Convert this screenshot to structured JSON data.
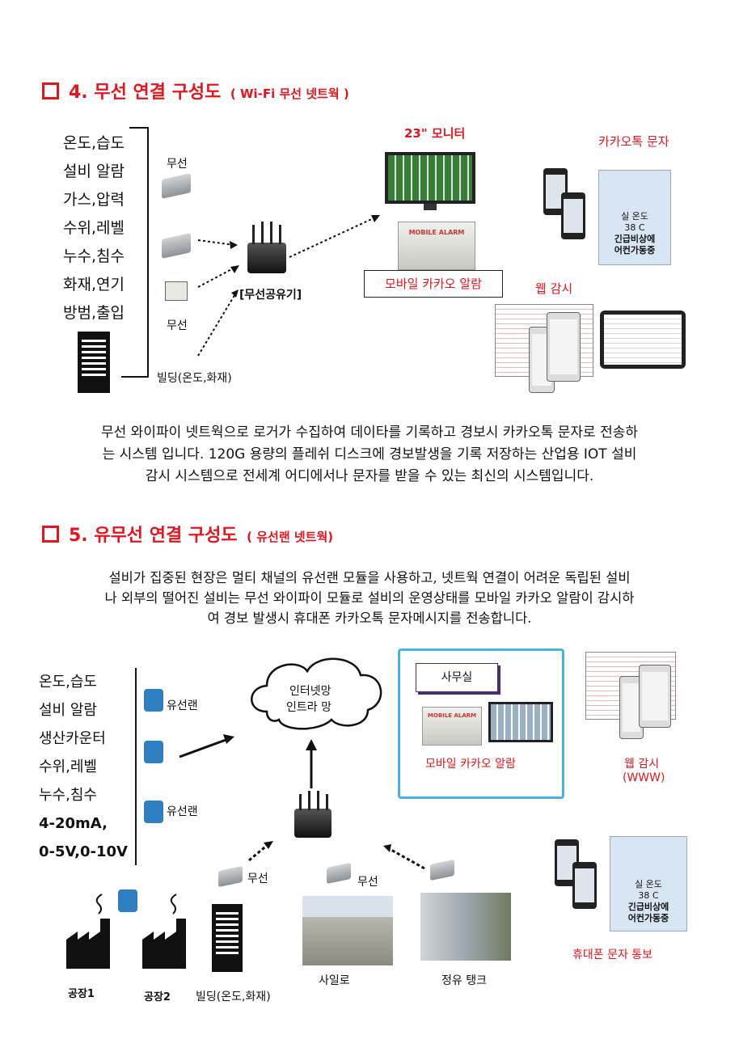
{
  "section4": {
    "title_main": "4. 무선 연결 구성도",
    "title_sub": "( Wi-Fi 무선 넷트웍 )",
    "sensors": [
      "온도,습도",
      "설비 알람",
      "가스,압력",
      "수위,레벨",
      "누수,침수",
      "화재,연기",
      "방범,출입"
    ],
    "wireless_top": "무선",
    "wireless_bottom": "무선",
    "router_label": "[무선공유기]",
    "building_label": "빌딩(온도,화재)",
    "monitor_label": "23\" 모니터",
    "mobile_alarm_label": "모바일 카카오 알람",
    "device_text": "MOBILE ALARM",
    "kakao_label": "카카오톡 문자",
    "web_label": "웹 감시",
    "card_lines": [
      "실 온도",
      "38 C",
      "긴급비상에",
      "어컨가동중"
    ],
    "description": [
      "무선 와이파이 넷트웍으로 로거가 수집하여 데이타를 기록하고 경보시 카카오톡 문자로 전송하",
      "는 시스템 입니다. 120G 용량의 플레쉬 디스크에 경보발생을 기록 저장하는 산업용 IOT 설비",
      "감시 시스템으로 전세계 어디에서나 문자를 받을 수 있는 최신의 시스템입니다."
    ]
  },
  "section5": {
    "title_main": "5. 유무선 연결 구성도",
    "title_sub": "( 유선랜 넷트웍)",
    "description": [
      "설비가 집중된 현장은 멀티 채널의 유선랜 모듈을 사용하고, 넷트웍 연결이 어려운 독립된 설비",
      "나 외부의 떨어진 설비는 무선 와이파이 모듈로 설비의 운영상태를 모바일 카카오 알람이 감시하",
      "여 경보 발생시 휴대폰 카카오톡 문자메시지를 전송합니다."
    ],
    "sensors": [
      "온도,습도",
      "설비 알람",
      "생산카운터",
      "수위,레벨",
      "누수,침수"
    ],
    "sensors_bold": [
      "4-20mA,",
      "0-5V,0-10V"
    ],
    "lan_top": "유선랜",
    "lan_bottom": "유선랜",
    "cloud_line1": "인터넷망",
    "cloud_line2": "인트라 망",
    "office_label": "사무실",
    "device_text": "MOBILE ALARM",
    "mobile_alarm_label": "모바일 카카오 알람",
    "web_label_1": "웹 감시",
    "web_label_2": "(WWW)",
    "wireless_1": "무선",
    "wireless_2": "무선",
    "factory1": "공장1",
    "factory2": "공장2",
    "building": "빌딩(온도,화재)",
    "silo": "사일로",
    "tank": "정유 탱크",
    "phone_sms_label": "휴대폰 문자 통보",
    "card_lines": [
      "실 온도",
      "38 C",
      "긴급비상에",
      "어컨가동중"
    ]
  },
  "colors": {
    "accent_red": "#e8141b",
    "box_blue": "#4ab3e6",
    "office_purple": "#4a2a7a"
  }
}
